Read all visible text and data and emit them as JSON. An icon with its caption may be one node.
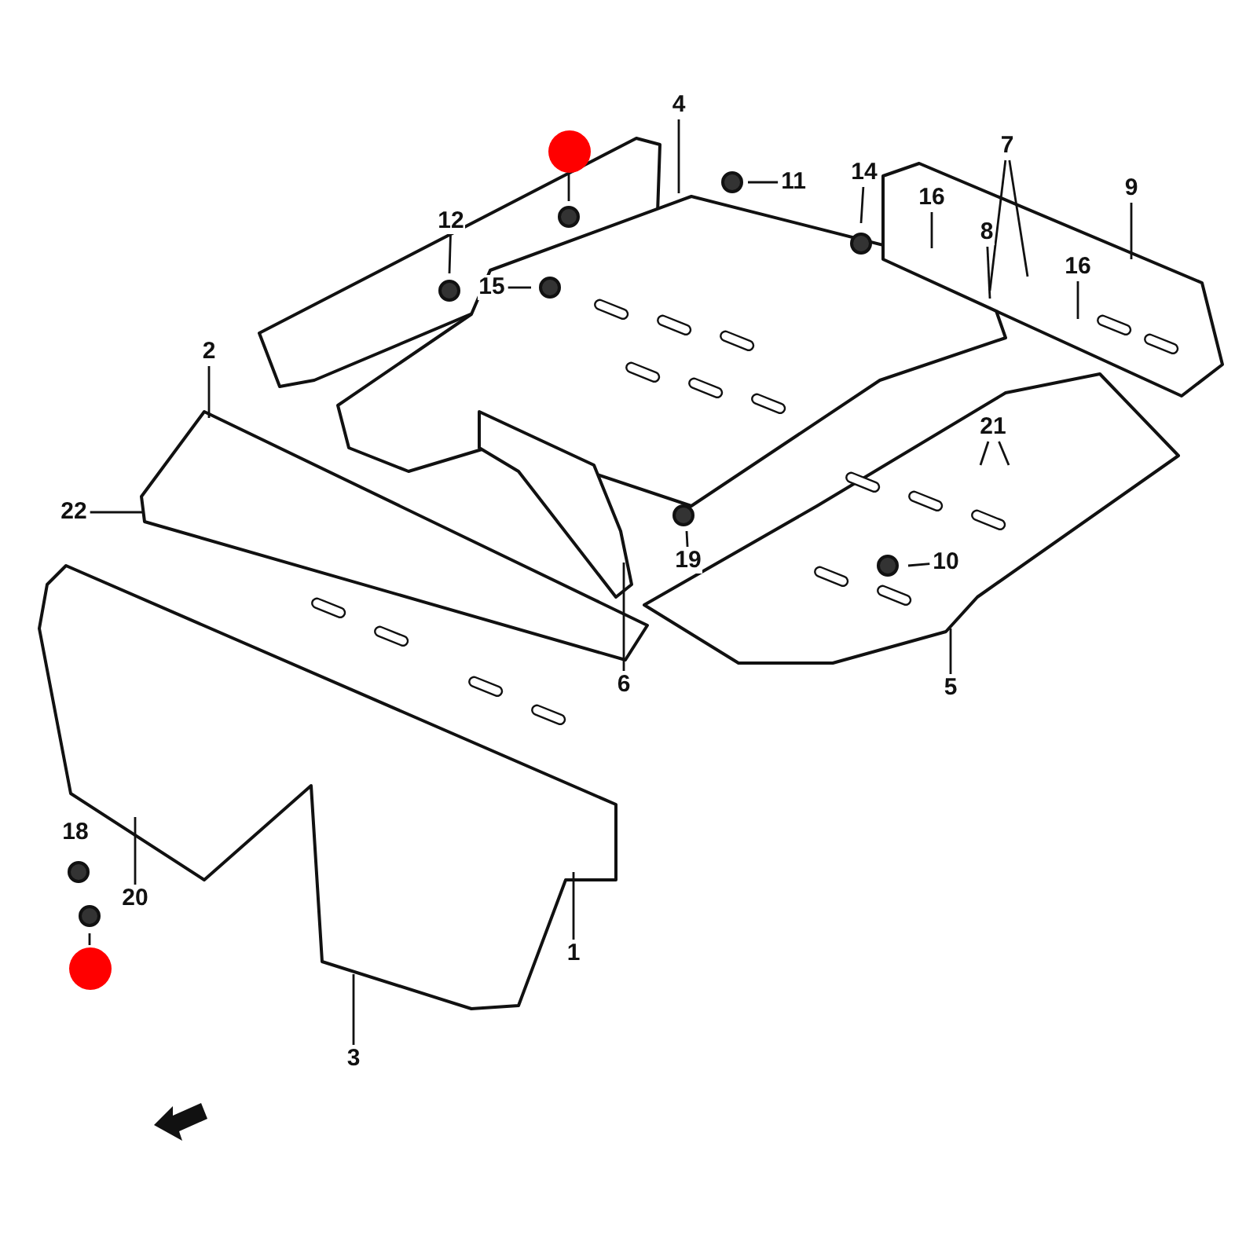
{
  "diagram": {
    "nodes": [
      {
        "text": [
          "1"
        ]
      },
      {
        "text": [
          "2"
        ]
      },
      {
        "text": [
          "3"
        ]
      },
      {
        "text": [
          "4"
        ]
      },
      {
        "text": [
          "5"
        ]
      },
      {
        "text": [
          "6"
        ]
      },
      {
        "text": [
          "7"
        ]
      },
      {
        "text": [
          "8"
        ]
      },
      {
        "text": [
          "9"
        ]
      },
      {
        "text": [
          "10"
        ]
      },
      {
        "text": [
          "11"
        ]
      },
      {
        "text": [
          "12"
        ]
      },
      {
        "text": [
          "14"
        ]
      },
      {
        "text": [
          "15"
        ]
      },
      {
        "text": [
          "16"
        ]
      },
      {
        "text": [
          "16"
        ]
      },
      {
        "text": [
          "18"
        ]
      },
      {
        "text": [
          "19"
        ]
      },
      {
        "text": [
          "20"
        ]
      },
      {
        "text": [
          "21"
        ]
      },
      {
        "text": [
          "22"
        ]
      },
      {
        "text": [],
        "shape": "circle"
      },
      {
        "text": [],
        "shape": "circle"
      }
    ],
    "edges": [
      {
        "from": 0,
        "to": null,
        "arrow": "none"
      },
      {
        "from": 1,
        "to": null,
        "arrow": "none"
      },
      {
        "from": 2,
        "to": null,
        "arrow": "none"
      },
      {
        "from": 3,
        "to": null,
        "arrow": "none"
      },
      {
        "from": 4,
        "to": null,
        "arrow": "none"
      },
      {
        "from": 5,
        "to": null,
        "arrow": "none"
      },
      {
        "from": 6,
        "to": null,
        "arrow": "none"
      },
      {
        "from": 6,
        "to": null,
        "arrow": "none"
      },
      {
        "from": 7,
        "to": null,
        "arrow": "none"
      },
      {
        "from": 8,
        "to": null,
        "arrow": "none"
      },
      {
        "from": 9,
        "to": null,
        "arrow": "none"
      },
      {
        "from": 10,
        "to": null,
        "arrow": "none"
      },
      {
        "from": 11,
        "to": null,
        "arrow": "none"
      },
      {
        "from": 12,
        "to": null,
        "arrow": "none"
      },
      {
        "from": 13,
        "to": null,
        "arrow": "none"
      },
      {
        "from": 14,
        "to": null,
        "arrow": "none"
      },
      {
        "from": 15,
        "to": null,
        "arrow": "none"
      },
      {
        "from": 17,
        "to": null,
        "arrow": "none"
      },
      {
        "from": 18,
        "to": null,
        "arrow": "none"
      },
      {
        "from": 19,
        "to": null,
        "arrow": "none"
      },
      {
        "from": 19,
        "to": null,
        "arrow": "none"
      },
      {
        "from": 20,
        "to": null,
        "arrow": "none"
      },
      {
        "from": 21,
        "to": null,
        "arrow": "none"
      },
      {
        "from": 22,
        "to": null,
        "arrow": "none"
      }
    ]
  }
}
